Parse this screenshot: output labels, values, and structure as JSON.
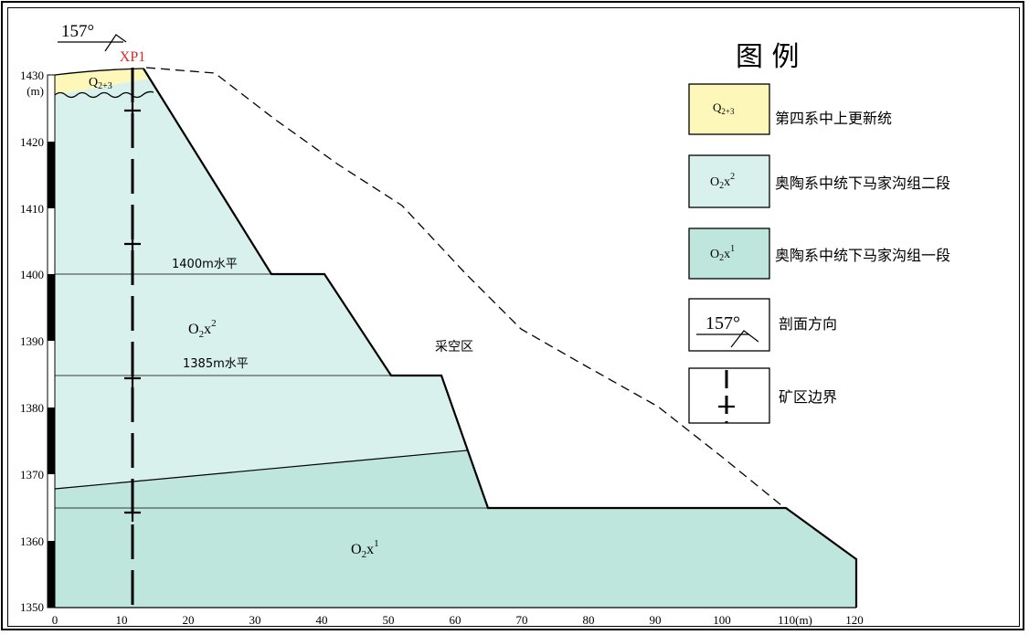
{
  "title_legend": "图  例",
  "direction_label": "157°",
  "borehole_label": "XP1",
  "y_axis": {
    "unit": "(m)",
    "ticks": [
      "1430",
      "1420",
      "1410",
      "1400",
      "1390",
      "1380",
      "1370",
      "1360",
      "1350"
    ]
  },
  "x_axis": {
    "ticks": [
      "0",
      "10",
      "20",
      "30",
      "40",
      "50",
      "60",
      "70",
      "80",
      "90",
      "100",
      "110(m)",
      "120"
    ]
  },
  "section_labels": {
    "bench_1400": "1400m水平",
    "bench_1385": "1385m水平",
    "goaf": "采空区",
    "q23": "Q2+3",
    "o2x2": "O2x2",
    "o2x1": "O2x1"
  },
  "legend": {
    "items": [
      {
        "symbol": "Q2+3",
        "label": "第四系中上更新统",
        "color": "#fdf7b9"
      },
      {
        "symbol": "O2x2",
        "label": "奥陶系中统下马家沟组二段",
        "color": "#d9f1ec"
      },
      {
        "symbol": "O2x1",
        "label": "奥陶系中统下马家沟组一段",
        "color": "#bfe6dc"
      },
      {
        "symbol": "157°",
        "label": "剖面方向"
      },
      {
        "symbol": "boundary",
        "label": "矿区边界"
      }
    ]
  },
  "colors": {
    "q23_fill": "#fdf7b9",
    "o2x2_fill": "#d9f1ec",
    "o2x1_fill": "#bfe6dc",
    "line": "#000000",
    "borehole_text": "#d62a2a"
  }
}
